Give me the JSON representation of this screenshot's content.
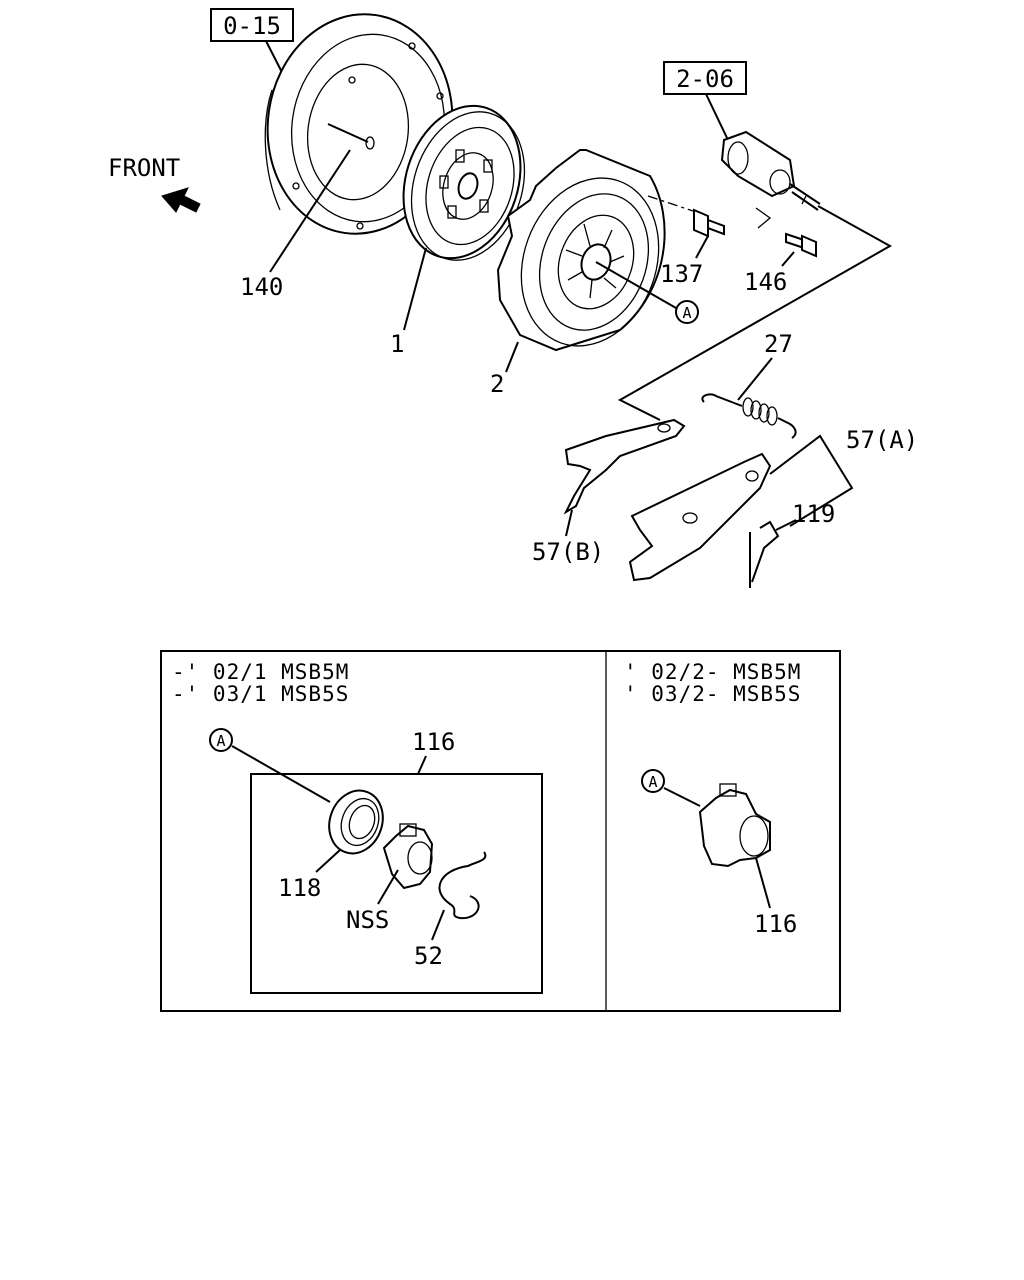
{
  "refs": {
    "flywheel_ref": "0-15",
    "cylinder_ref": "2-06"
  },
  "front_label": "FRONT",
  "callouts": {
    "p140": "140",
    "p1": "1",
    "p2": "2",
    "p137": "137",
    "p146": "146",
    "p27": "27",
    "p57a": "57(A)",
    "p57b": "57(B)",
    "p119": "119",
    "marker_a": "A"
  },
  "left_panel": {
    "line1": "-' 02/1  MSB5M",
    "line2": "-' 03/1  MSB5S",
    "p116": "116",
    "p118": "118",
    "nss": "NSS",
    "p52": "52"
  },
  "right_panel": {
    "line1": "' 02/2-  MSB5M",
    "line2": "' 03/2-  MSB5S",
    "p116": "116"
  }
}
